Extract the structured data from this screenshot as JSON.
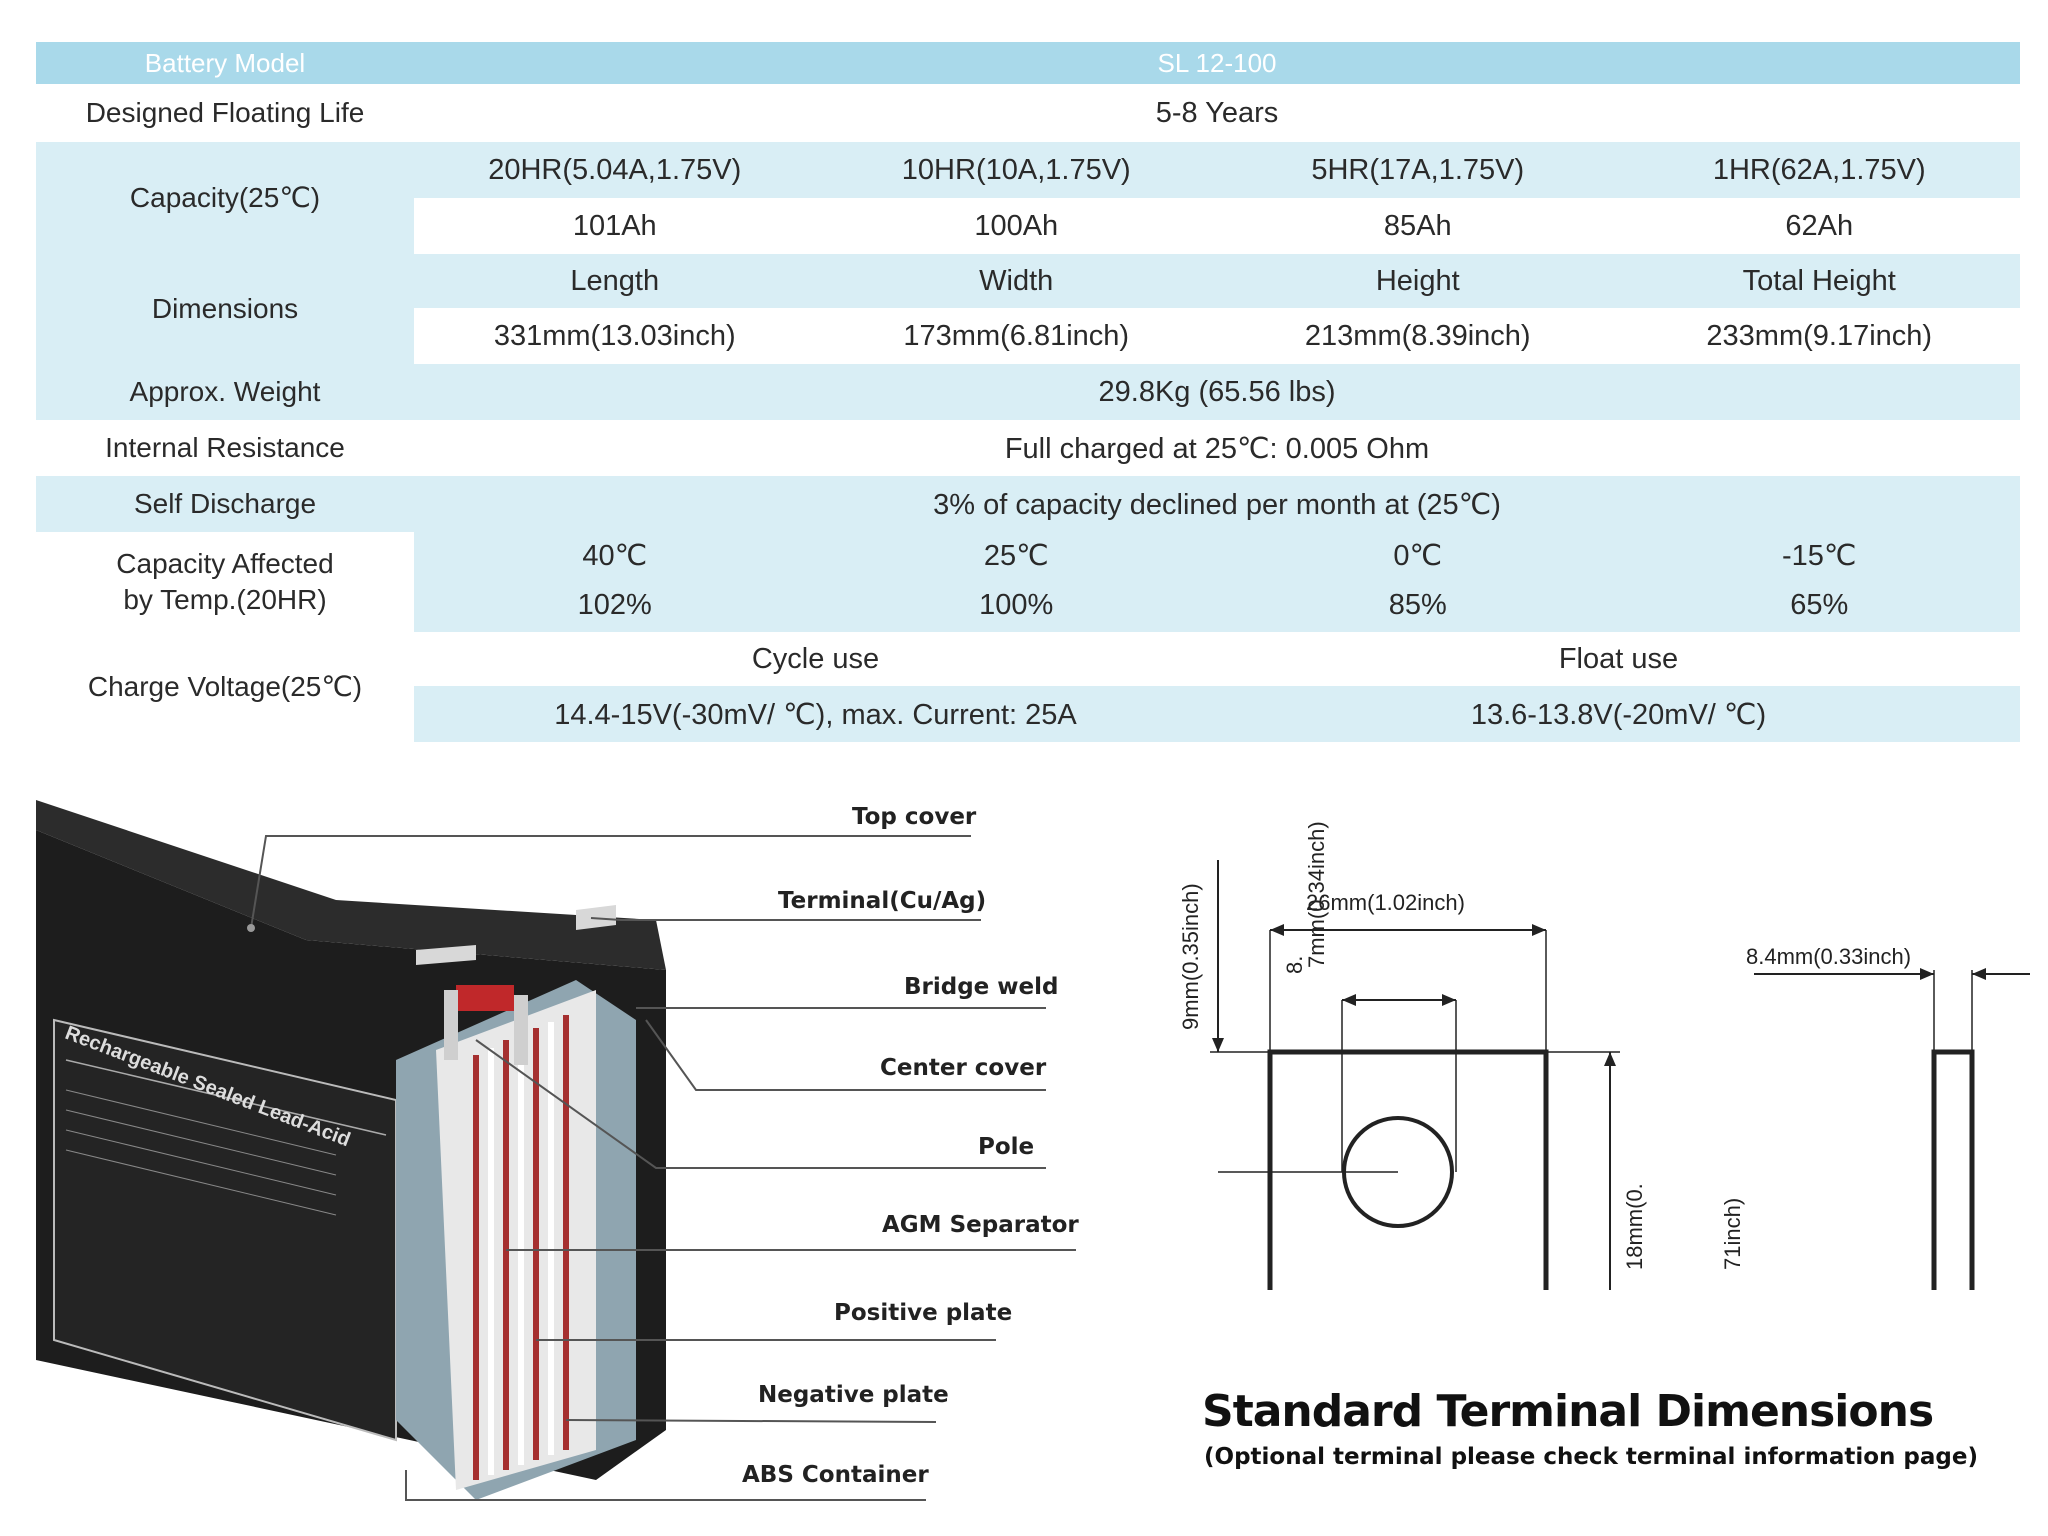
{
  "header": {
    "label": "Battery Model",
    "model": "SL 12-100"
  },
  "floating_life": {
    "label": "Designed Floating Life",
    "value": "5-8 Years"
  },
  "capacity": {
    "label": "Capacity(25℃)",
    "rates": [
      "20HR(5.04A,1.75V)",
      "10HR(10A,1.75V)",
      "5HR(17A,1.75V)",
      "1HR(62A,1.75V)"
    ],
    "values": [
      "101Ah",
      "100Ah",
      "85Ah",
      "62Ah"
    ]
  },
  "dimensions": {
    "label": "Dimensions",
    "names": [
      "Length",
      "Width",
      "Height",
      "Total Height"
    ],
    "values": [
      "331mm(13.03inch)",
      "173mm(6.81inch)",
      "213mm(8.39inch)",
      "233mm(9.17inch)"
    ]
  },
  "weight": {
    "label": "Approx. Weight",
    "value": "29.8Kg (65.56 lbs)"
  },
  "resistance": {
    "label": "Internal Resistance",
    "value": "Full charged at 25℃: 0.005 Ohm"
  },
  "self_discharge": {
    "label": "Self Discharge",
    "value": "3% of capacity declined per month at (25℃)"
  },
  "temp_capacity": {
    "label_line1": "Capacity Affected",
    "label_line2": "by Temp.(20HR)",
    "temps": [
      "40℃",
      "25℃",
      "0℃",
      "-15℃"
    ],
    "values": [
      "102%",
      "100%",
      "85%",
      "65%"
    ]
  },
  "charge_voltage": {
    "label": "Charge Voltage(25℃)",
    "modes": [
      "Cycle use",
      "Float use"
    ],
    "values": [
      "14.4-15V(-30mV/ ℃), max. Current: 25A",
      "13.6-13.8V(-20mV/ ℃)"
    ]
  },
  "cutaway": {
    "case_text": "Rechargeable Sealed Lead-Acid",
    "parts": [
      "Top cover",
      "Terminal(Cu/Ag)",
      "Bridge weld",
      "Center cover",
      "Pole",
      "AGM Separator",
      "Positive plate",
      "Negative plate",
      "ABS Container"
    ]
  },
  "terminal": {
    "dim_width": "26mm(1.02inch)",
    "dim_top": "9mm(0.35inch)",
    "dim_hole_a": "8.",
    "dim_hole_b": "7mm(0.34inch)",
    "dim_height_a": "18mm(0.",
    "dim_height_b": "71inch)",
    "dim_thickness": "8.4mm(0.33inch)",
    "title": "Standard Terminal Dimensions",
    "subtitle": "(Optional terminal please check terminal information page)"
  }
}
